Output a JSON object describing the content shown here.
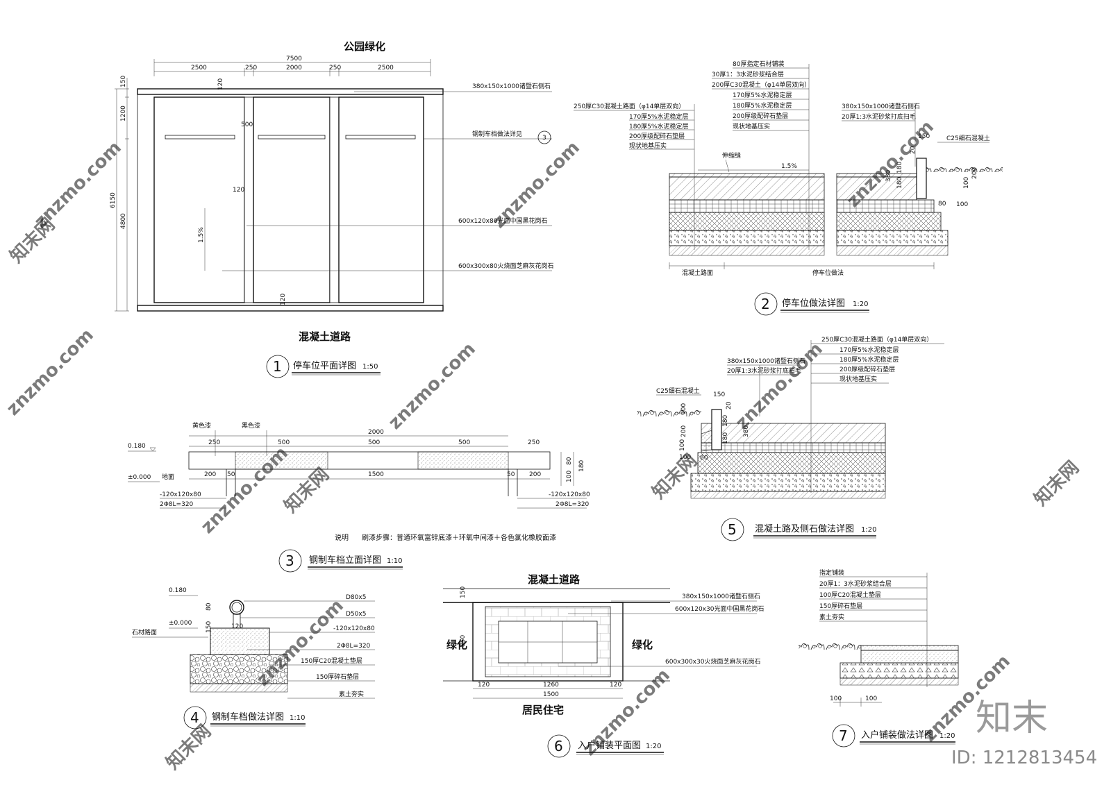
{
  "drawing1": {
    "top_label": "公园绿化",
    "bottom_label": "混凝土道路",
    "dim_total": "7500",
    "dims_top": [
      "2500",
      "250",
      "2000",
      "250",
      "2500"
    ],
    "dims_left": [
      "150",
      "1200",
      "4800"
    ],
    "dim_left_total": "6150",
    "dim_500": "500",
    "dim_120": "120",
    "slope": "1.5%",
    "callouts": [
      "380x150x1000诸暨石侧石",
      "钢制车档做法详见",
      "600x120x80光面中国黑花岗石",
      "600x300x80火烧面芝麻灰花岗石"
    ],
    "ref_num": "3",
    "caption_num": "1",
    "caption": "停车位平面详图",
    "scale": "1:50"
  },
  "drawing2": {
    "layers_left": [
      "250厚C30混凝土路面（φ14单层双向）",
      "170厚5%水泥稳定层",
      "180厚5%水泥稳定层",
      "200厚级配碎石垫层",
      "现状地基压实"
    ],
    "layers_mid": [
      "80厚指定石材铺装",
      "30厚1：3水泥砂浆结合层",
      "200厚C30混凝土（φ14单层双向）",
      "170厚5%水泥稳定层",
      "180厚5%水泥稳定层",
      "200厚级配碎石垫层",
      "现状地基压实"
    ],
    "layers_right": [
      "380x150x1000诸暨石侧石",
      "20厚1:3水泥砂浆打底扫毛"
    ],
    "c25": "C25细石混凝土",
    "joint": "伸缩缝",
    "slope": "1.5%",
    "dims": [
      "150",
      "20",
      "380",
      "180",
      "180",
      "200",
      "100",
      "80",
      "100"
    ],
    "bottom_left": "混凝土路面",
    "bottom_right": "停车位做法",
    "caption_num": "2",
    "caption": "停车位做法详图",
    "scale": "1:20"
  },
  "drawing3": {
    "yellow": "黄色漆",
    "black": "黑色漆",
    "dim_total": "2000",
    "dims_top": [
      "250",
      "500",
      "500",
      "500",
      "250"
    ],
    "dims_bottom": [
      "200",
      "50",
      "1500",
      "50",
      "200"
    ],
    "dims_right": [
      "80",
      "100",
      "180"
    ],
    "level_top": "0.180",
    "level_zero": "±0.000",
    "ground": "地面",
    "plate_left": "-120x120x80",
    "bolt_left": "2Φ8L=320",
    "plate_right": "-120x120x80",
    "bolt_right": "2Φ8L=320",
    "note_label": "说明",
    "note": "刷漆步骤：普通环氧富锌底漆＋环氧中间漆＋各色氯化橡胶面漆",
    "caption_num": "3",
    "caption": "钢制车档立面详图",
    "scale": "1:10"
  },
  "drawing4": {
    "level_top": "0.180",
    "level_zero": "±0.000",
    "stone": "石材路面",
    "dims": [
      "80",
      "150",
      "120"
    ],
    "labels": [
      "D80x5",
      "D50x5",
      "-120x120x80",
      "2Φ8L=320",
      "150厚C20混凝土垫层",
      "150厚碎石垫层",
      "素土夯实"
    ],
    "caption_num": "4",
    "caption": "钢制车档做法详图",
    "scale": "1:10"
  },
  "drawing6": {
    "top": "混凝土道路",
    "left": "绿化",
    "right": "绿化",
    "bottom": "居民住宅",
    "dim_left": "850",
    "dim_left_top": "150",
    "dims_bottom": [
      "120",
      "1260",
      "120"
    ],
    "dim_total": "1500",
    "callouts": [
      "380x150x1000诸暨石侧石",
      "600x120x30光面中国黑花岗石",
      "600x300x30火烧面芝麻灰花岗石"
    ],
    "caption_num": "6",
    "caption": "入户铺装平面图",
    "scale": "1:20"
  },
  "drawing5": {
    "layers": [
      "250厚C30混凝土路面（φ14单层双向）",
      "170厚5%水泥稳定层",
      "180厚5%水泥稳定层",
      "200厚级配碎石垫层",
      "现状地基压实"
    ],
    "curb": [
      "380x150x1000诸暨石侧石",
      "20厚1:3水泥砂浆打底扫毛"
    ],
    "c25": "C25细石混凝土",
    "dims": [
      "150",
      "100",
      "20",
      "200",
      "180",
      "380",
      "180",
      "100",
      "100",
      "80"
    ],
    "caption_num": "5",
    "caption": "混凝土路及侧石做法详图",
    "scale": "1:20"
  },
  "drawing7": {
    "layers": [
      "指定铺装",
      "20厚1：3水泥砂浆结合层",
      "100厚C20混凝土垫层",
      "150厚碎石垫层",
      "素土夯实"
    ],
    "dims": [
      "100",
      "100"
    ],
    "caption_num": "7",
    "caption": "入户铺装做法详图",
    "scale": "1:20"
  },
  "watermark": {
    "text": "znzmo.com",
    "brand": "知末",
    "id": "ID: 1212813454",
    "cn": "知末网"
  }
}
